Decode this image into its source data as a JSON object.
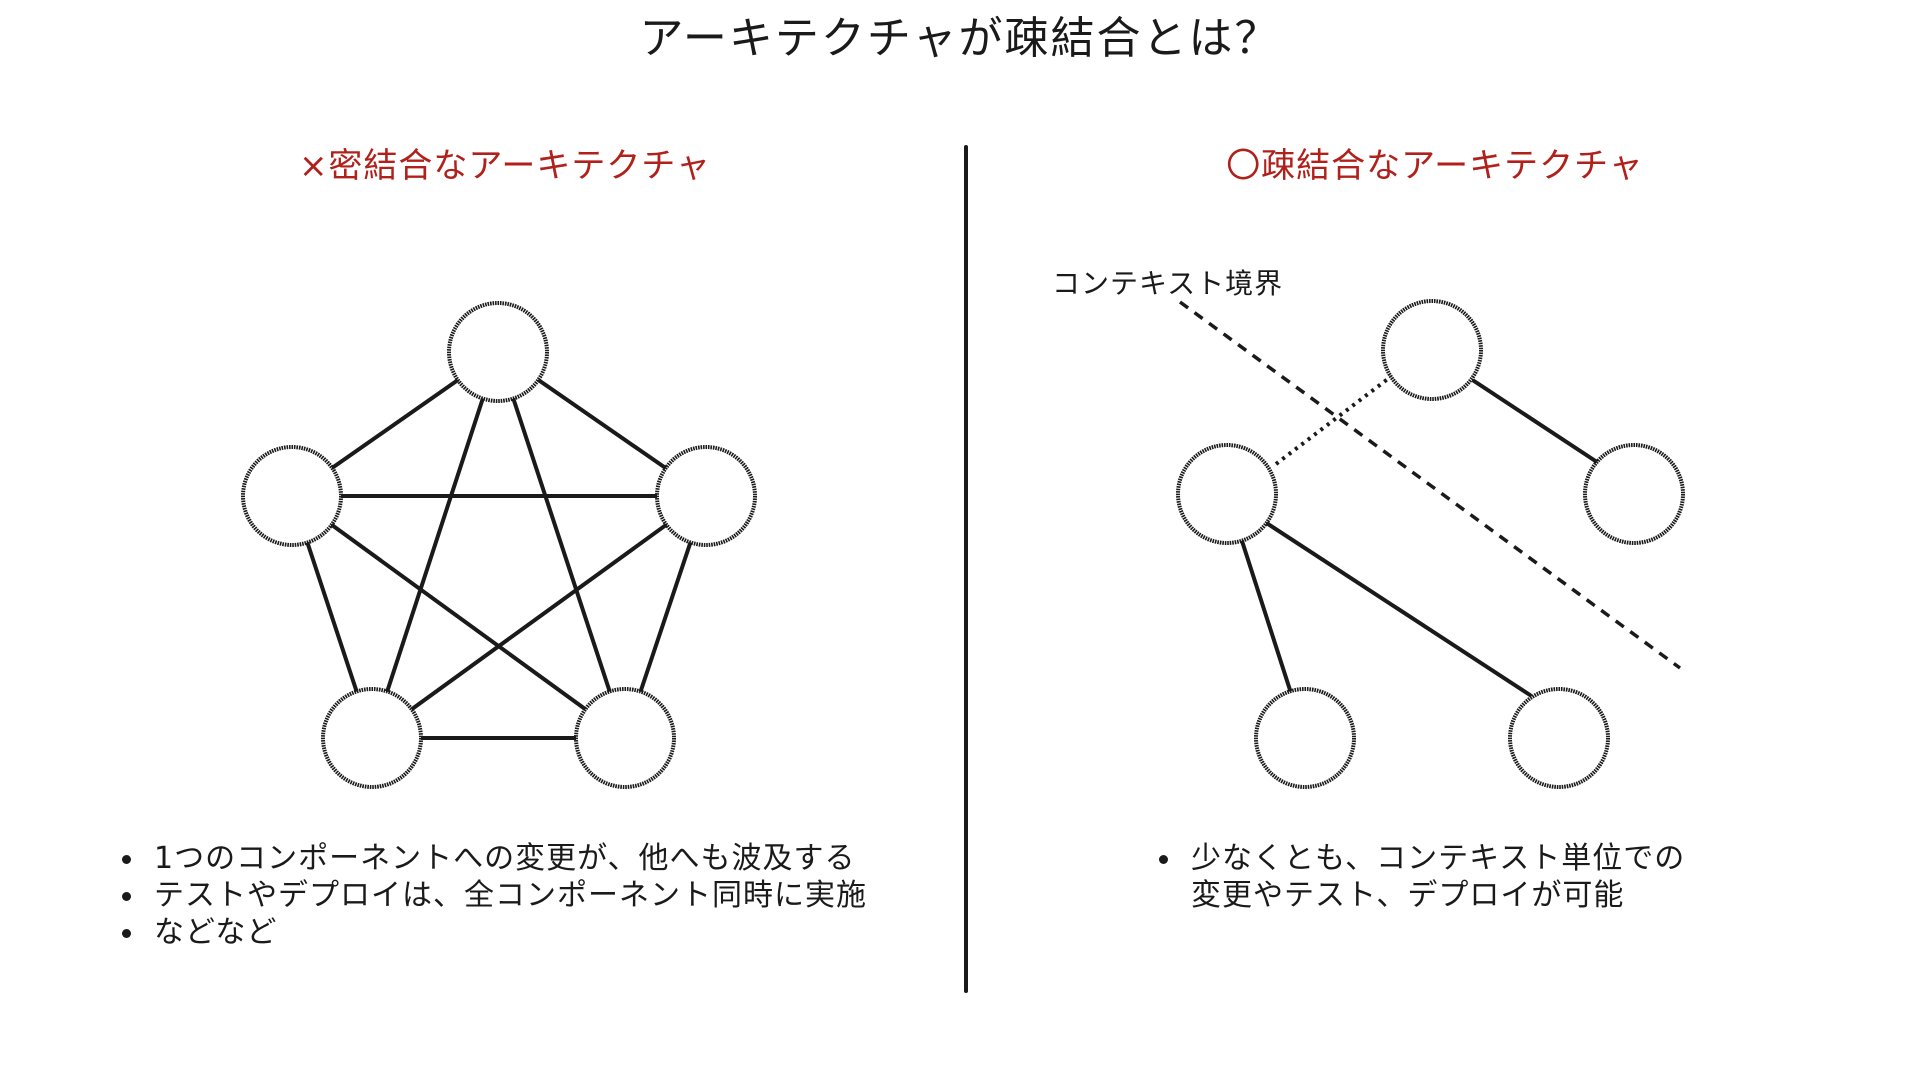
{
  "title": "アーキテクチャが疎結合とは？",
  "left": {
    "heading": "×密結合なアーキテクチャ",
    "bullets": [
      "1つのコンポーネントへの変更が、他へも波及する",
      "テストやデプロイは、全コンポーネント同時に実施",
      "などなど"
    ]
  },
  "right": {
    "heading": "〇疎結合なアーキテクチャ",
    "boundary_label": "コンテキスト境界",
    "bullets": [
      "少なくとも、コンテキスト単位での変更やテスト、デプロイが可能"
    ]
  },
  "colors": {
    "heading": "#b0211c",
    "ink": "#1a1a1a"
  }
}
